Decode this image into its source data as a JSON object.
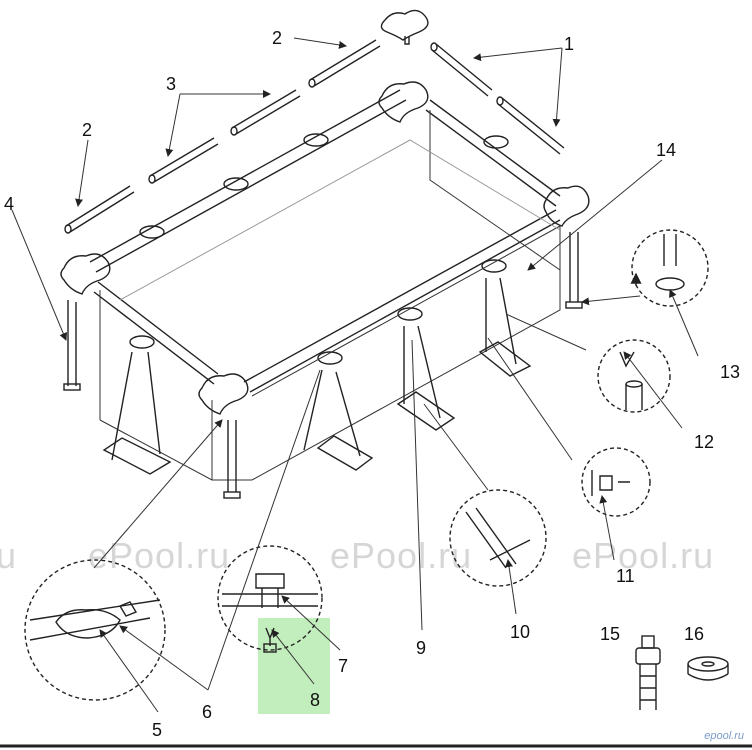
{
  "callouts": {
    "n1": "1",
    "n2a": "2",
    "n2b": "2",
    "n3": "3",
    "n4": "4",
    "n5": "5",
    "n6": "6",
    "n7": "7",
    "n8": "8",
    "n9": "9",
    "n10": "10",
    "n11": "11",
    "n12": "12",
    "n13": "13",
    "n14": "14",
    "n15": "15",
    "n16": "16"
  },
  "watermark": {
    "text1": "u",
    "text2": "ePool.ru",
    "text3": "ePool.ru",
    "text4": "ePool.ru"
  },
  "logo": "epool.ru",
  "colors": {
    "highlight": "#b7eab0",
    "line": "#222222"
  }
}
